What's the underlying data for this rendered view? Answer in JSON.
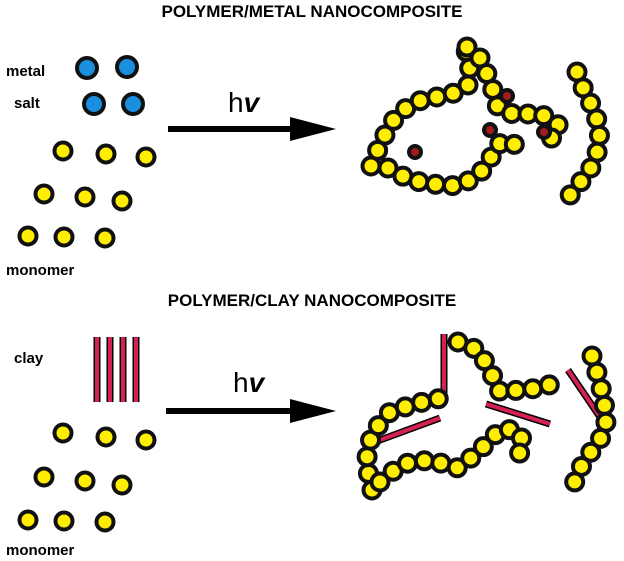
{
  "panels": [
    {
      "title": "POLYMER/METAL NANOCOMPOSITE",
      "additive_label_line1": "metal",
      "additive_label_line2": "salt",
      "monomer_label": "monomer",
      "arrow_label_main": "h",
      "arrow_label_sup": "v"
    },
    {
      "title": "POLYMER/CLAY NANOCOMPOSITE",
      "additive_label_line1": "clay",
      "monomer_label": "monomer",
      "arrow_label_main": "h",
      "arrow_label_sup": "v"
    }
  ],
  "colors": {
    "monomer_fill": "#ffee00",
    "monomer_stroke": "#111111",
    "metal_salt_fill": "#1a8fe0",
    "metal_particle_fill": "#a01d1d",
    "clay_fill": "#d42052",
    "arrow": "#000000"
  }
}
